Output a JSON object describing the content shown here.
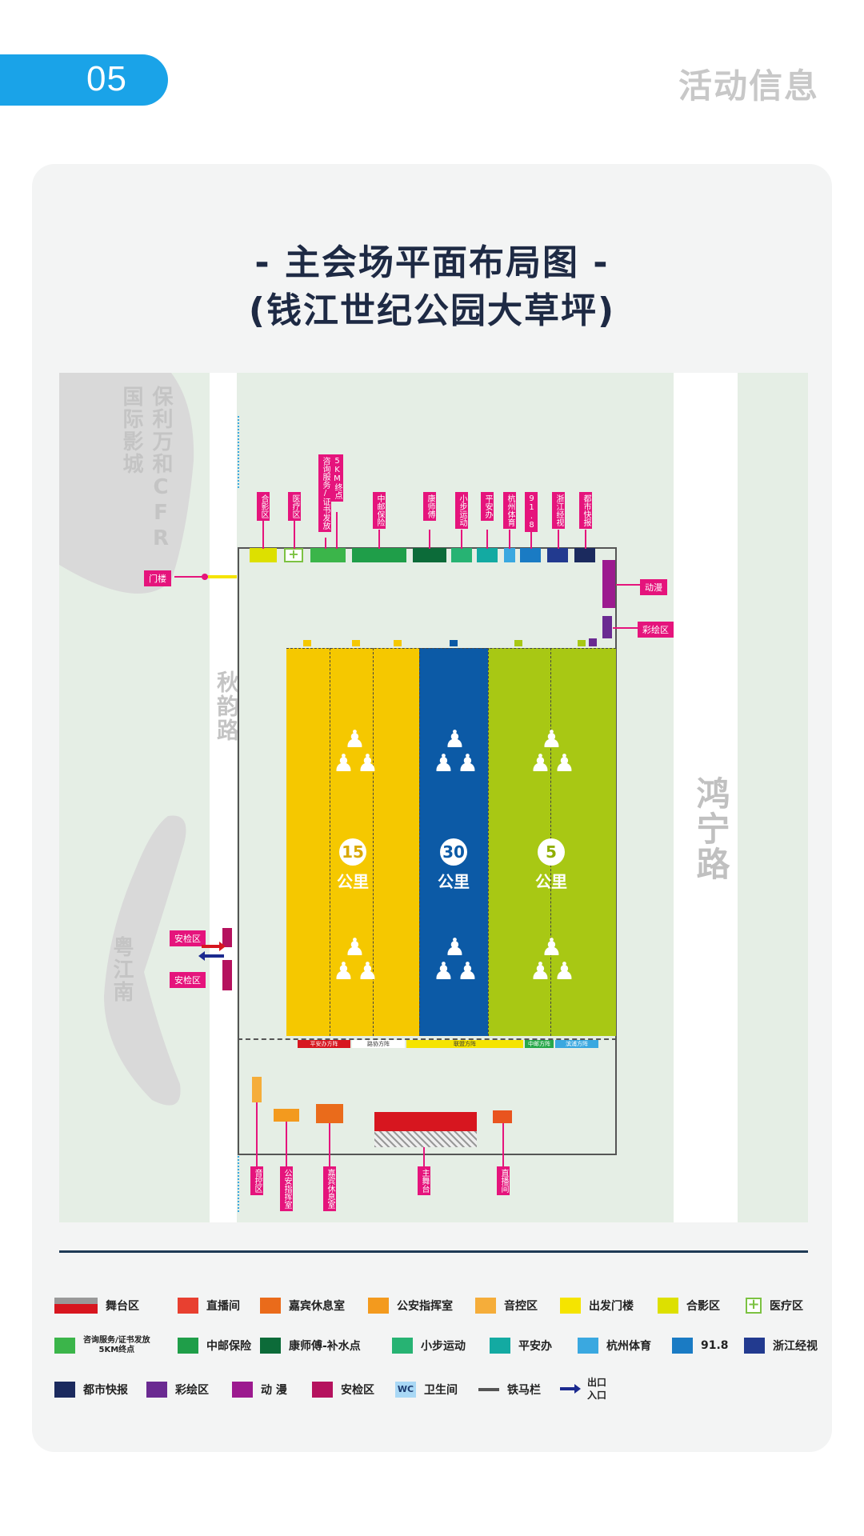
{
  "header": {
    "page_number": "05",
    "section_title": "活动信息"
  },
  "title": {
    "main": "- 主会场平面布局图 -",
    "sub": "(钱江世纪公园大草坪)"
  },
  "roads": {
    "left": "秋韵路",
    "right": "鸿宁路",
    "cinema": "保利万和CFR国际影城",
    "river": "粤江南"
  },
  "top_booths": [
    {
      "label": "合影区",
      "color": "#dde000"
    },
    {
      "label": "医疗区",
      "color": "#7cc242"
    },
    {
      "label": "咨询服务/证书发放",
      "color": "#3bb54a"
    },
    {
      "label": "5KM终点",
      "color": "#3bb54a"
    },
    {
      "label": "中邮保险",
      "color": "#1f9e49"
    },
    {
      "label": "康师傅",
      "color": "#0c6b39"
    },
    {
      "label": "小步运动",
      "color": "#27b373"
    },
    {
      "label": "平安办",
      "color": "#13aaa2"
    },
    {
      "label": "杭州体育",
      "color": "#3aa8e0"
    },
    {
      "label": "91.8",
      "color": "#1a7bc4"
    },
    {
      "label": "浙江经视",
      "color": "#223a8f"
    },
    {
      "label": "都市快报",
      "color": "#1b2a5e"
    }
  ],
  "side_labels": {
    "gate": "门楼",
    "anime": "动漫",
    "paint": "彩绘区",
    "security_1": "安检区",
    "security_2": "安检区"
  },
  "zones": [
    {
      "distance": "15",
      "unit": "公里",
      "color": "#f5c800",
      "badge_color": "#f5c800"
    },
    {
      "distance": "30",
      "unit": "公里",
      "color": "#0c5aa6",
      "badge_color": "#0c5aa6"
    },
    {
      "distance": "5",
      "unit": "公里",
      "color": "#a8c814",
      "badge_color": "#a8c814"
    }
  ],
  "phalanxes": [
    {
      "label": "平安办方阵",
      "color": "#d7161f"
    },
    {
      "label": "路协方阵",
      "color": "#ffffff"
    },
    {
      "label": "联盟方阵",
      "color": "#f5e400"
    },
    {
      "label": "中邮方阵",
      "color": "#27a84a"
    },
    {
      "label": "滨浦方阵",
      "color": "#3aa8e0"
    }
  ],
  "bottom_booths": [
    {
      "label": "音控区",
      "color": "#f5ad3a"
    },
    {
      "label": "公安指挥室",
      "color": "#f39a1e"
    },
    {
      "label": "嘉宾休息室",
      "color": "#ea6b1b"
    },
    {
      "label": "主舞台",
      "color": "#d7161f"
    },
    {
      "label": "直播间",
      "color": "#e9541f"
    }
  ],
  "legend": [
    {
      "label": "舞台区",
      "color": "#d7161f",
      "kind": "stage"
    },
    {
      "label": "直播间",
      "color": "#e84030"
    },
    {
      "label": "嘉宾休息室",
      "color": "#ea6b1b"
    },
    {
      "label": "公安指挥室",
      "color": "#f39a1e"
    },
    {
      "label": "音控区",
      "color": "#f5ad3a"
    },
    {
      "label": "出发门楼",
      "color": "#f5e400"
    },
    {
      "label": "合影区",
      "color": "#dde000"
    },
    {
      "label": "医疗区",
      "color": "#ffffff",
      "kind": "medical"
    },
    {
      "label": "咨询服务/证书发放",
      "sub": "5KM终点",
      "color": "#3bb54a"
    },
    {
      "label": "中邮保险",
      "color": "#1f9e49"
    },
    {
      "label": "康师傅-补水点",
      "color": "#0c6b39"
    },
    {
      "label": "小步运动",
      "color": "#27b373"
    },
    {
      "label": "平安办",
      "color": "#13aaa2"
    },
    {
      "label": "杭州体育",
      "color": "#3aa8e0"
    },
    {
      "label": "91.8",
      "color": "#1a7bc4"
    },
    {
      "label": "浙江经视",
      "color": "#223a8f"
    },
    {
      "label": "都市快报",
      "color": "#1b2a5e"
    },
    {
      "label": "彩绘区",
      "color": "#6a2a91"
    },
    {
      "label": "动 漫",
      "color": "#9c1a8f"
    },
    {
      "label": "安检区",
      "color": "#b5125e"
    },
    {
      "label": "卫生间",
      "color": "#a9d8f5",
      "kind": "wc",
      "icon_text": "WC"
    },
    {
      "label": "铁马栏",
      "color": "#555555",
      "kind": "fence"
    },
    {
      "label": "出口",
      "sub": "入口",
      "color": "#1b2a8f",
      "kind": "arrow"
    }
  ]
}
